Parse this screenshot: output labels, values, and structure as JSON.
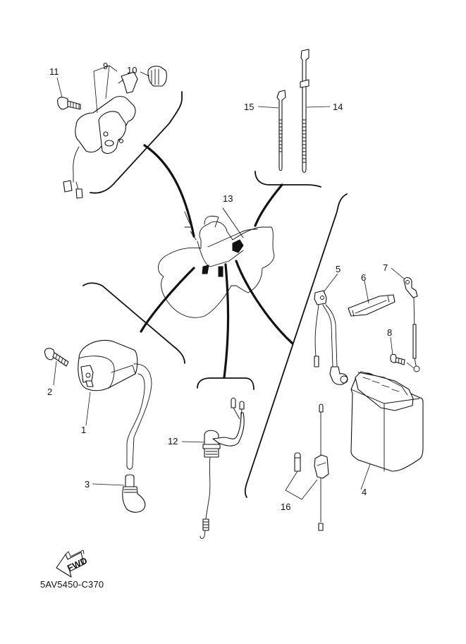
{
  "diagram": {
    "title_code": "5AV5450-C370",
    "fwd_label": "FWD",
    "callouts": [
      {
        "id": "1",
        "part": "ignition-coil"
      },
      {
        "id": "2",
        "part": "bolt"
      },
      {
        "id": "3",
        "part": "spark-plug-cap"
      },
      {
        "id": "4",
        "part": "battery"
      },
      {
        "id": "5",
        "part": "battery-positive-lead"
      },
      {
        "id": "6",
        "part": "battery-band"
      },
      {
        "id": "7",
        "part": "battery-negative-lead"
      },
      {
        "id": "8",
        "part": "bolt"
      },
      {
        "id": "9",
        "part": "main-switch"
      },
      {
        "id": "10",
        "part": "main-switch-cap"
      },
      {
        "id": "11",
        "part": "bolt"
      },
      {
        "id": "12",
        "part": "neutral-switch"
      },
      {
        "id": "13",
        "part": "wire-harness"
      },
      {
        "id": "14",
        "part": "cable-band-long"
      },
      {
        "id": "15",
        "part": "cable-band-short"
      },
      {
        "id": "16",
        "part": "fuse-holder"
      }
    ]
  }
}
